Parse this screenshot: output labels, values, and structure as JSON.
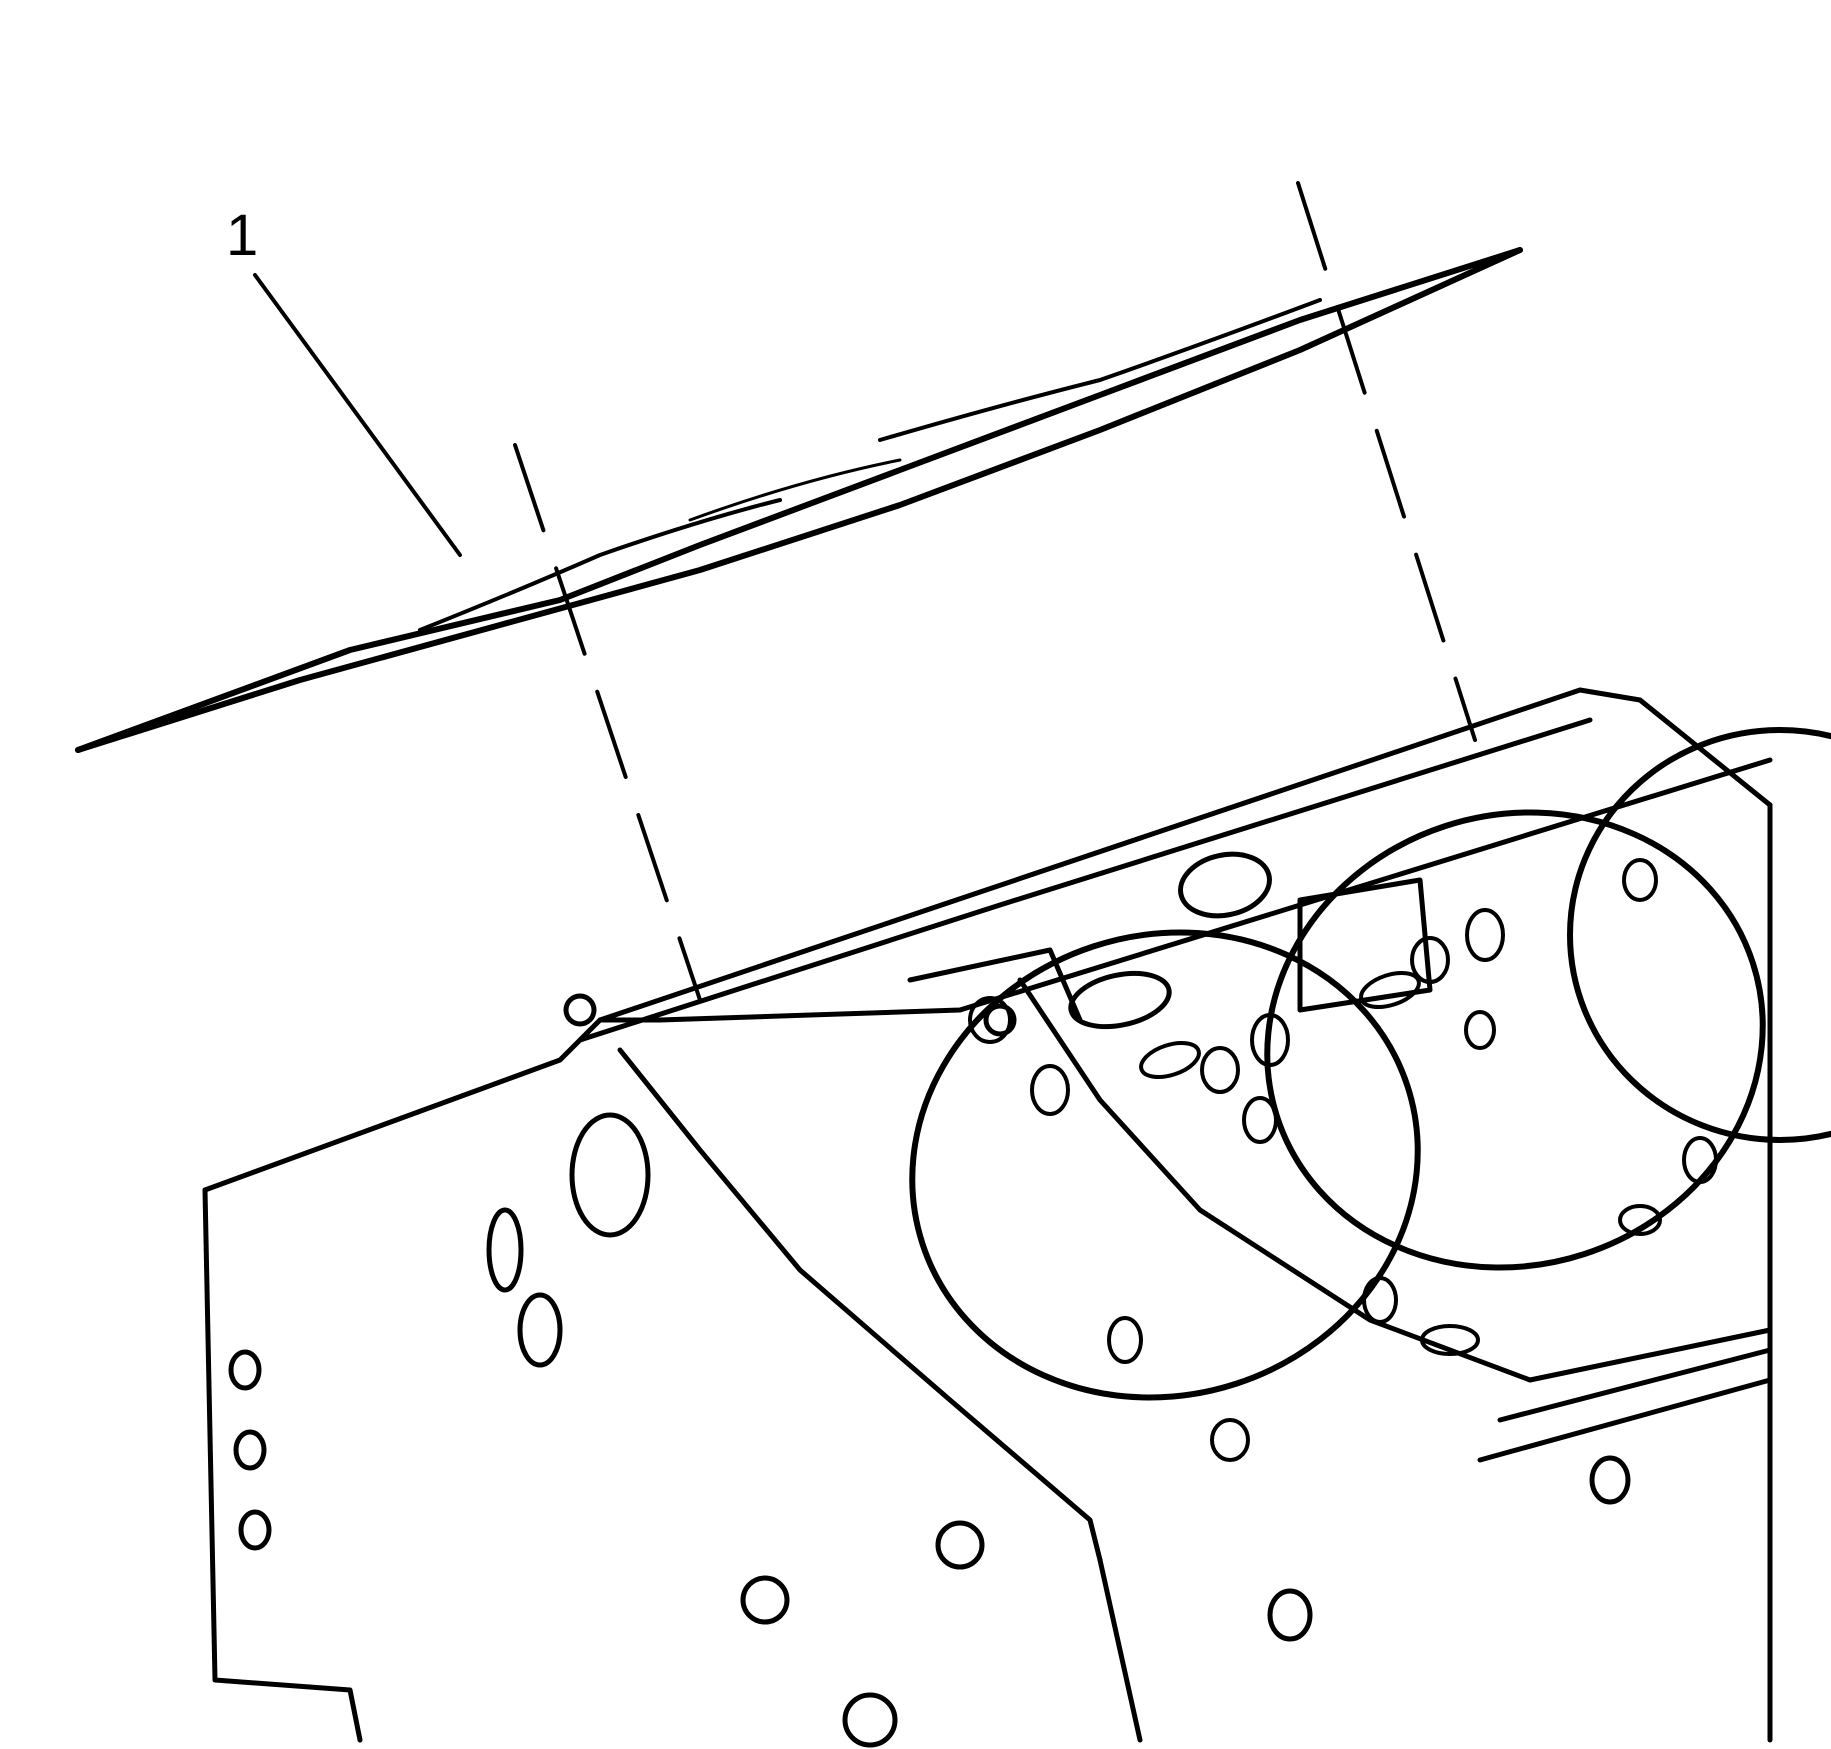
{
  "diagram": {
    "type": "technical-illustration",
    "subject": "engine block with cylinder head gasket being installed",
    "callouts": [
      {
        "number": "1",
        "target": "head gasket"
      }
    ],
    "colors": {
      "line": "#000000",
      "background": "#ffffff"
    }
  }
}
